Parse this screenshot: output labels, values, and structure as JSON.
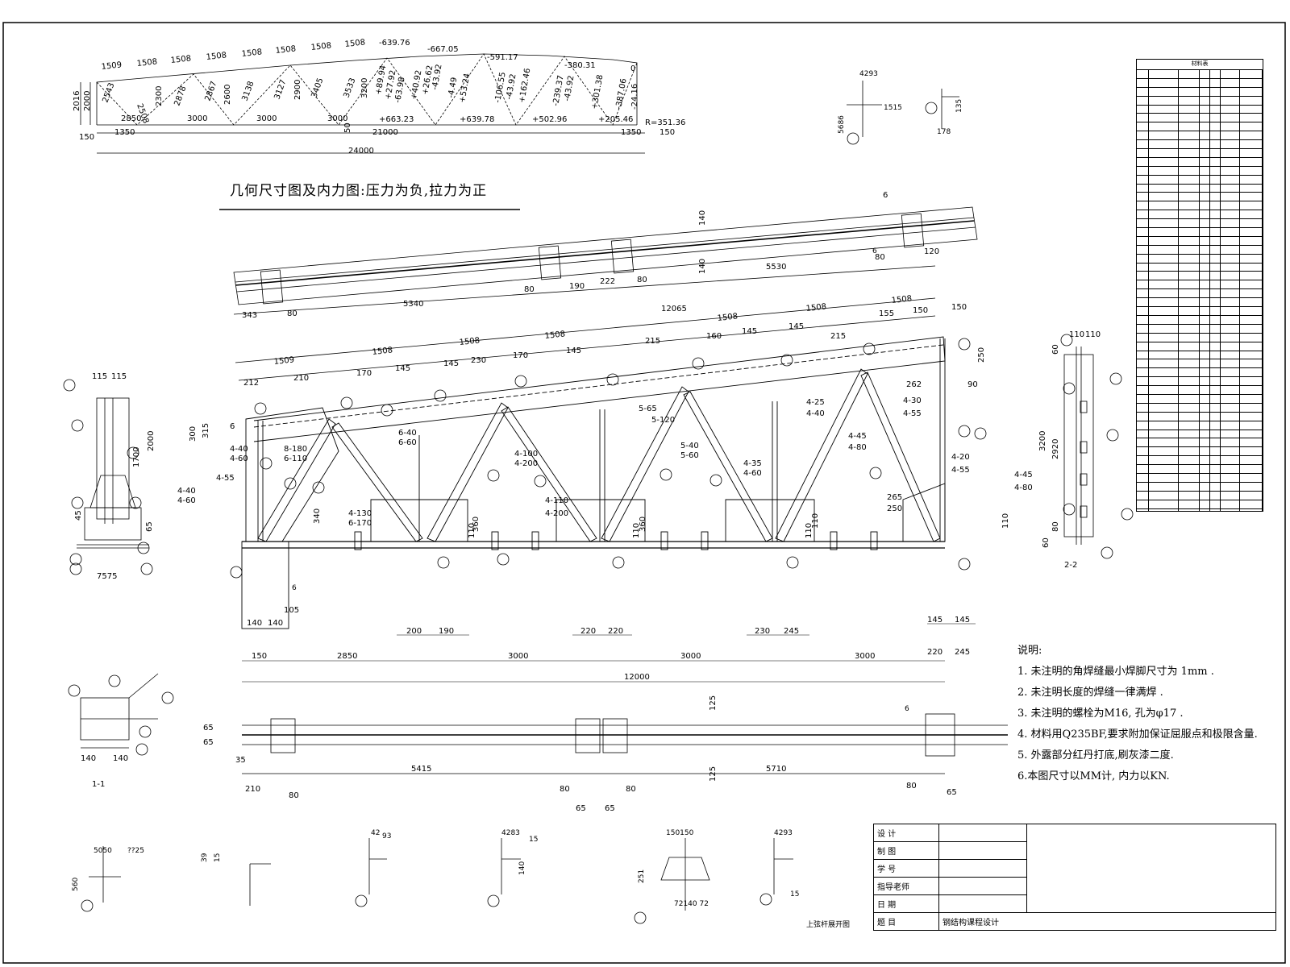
{
  "sheet": {
    "heading": "几何尺寸图及内力图:压力为负,拉力为正"
  },
  "geometry_diagram": {
    "top_chord_lengths": [
      "1509",
      "1508",
      "1508",
      "1508",
      "1508",
      "1508",
      "1508",
      "1508"
    ],
    "top_forces": [
      "-639.76",
      "-667.05",
      "-591.17",
      "-380.31",
      "0"
    ],
    "web_lengths": [
      "2543",
      "2508",
      "2300",
      "2878",
      "2867",
      "2600",
      "3138",
      "3127",
      "2900",
      "3405",
      "3533",
      "3200"
    ],
    "web_forces": [
      "+89.94",
      "+27.92",
      "-63.98",
      "+40.92",
      "+26.62",
      "-43.92",
      "-4.49",
      "+53.24",
      "-106.55",
      "-43.92",
      "+162.46",
      "-239.37",
      "-43.92",
      "+301.38",
      "-387.06",
      "-24.16"
    ],
    "bottom_forces": [
      "+663.23",
      "+639.78",
      "+502.96",
      "+205.46"
    ],
    "left_heights": [
      "2016",
      "2000"
    ],
    "bottom_dims": [
      "2850",
      "3000",
      "3000",
      "3000"
    ],
    "overall_dims": [
      "150",
      "1350",
      "50",
      "21000",
      "1350",
      "150"
    ],
    "reaction": "R=351.36",
    "total_span": "24000"
  },
  "truss_elevation": {
    "top_dims": [
      "343",
      "80",
      "5340",
      "80",
      "190",
      "222",
      "80",
      "12065",
      "5530",
      "80",
      "120",
      "140",
      "140"
    ],
    "panel_dims": [
      "212",
      "210",
      "170",
      "145",
      "145",
      "230",
      "170",
      "145",
      "215",
      "160",
      "145",
      "145",
      "215",
      "155",
      "150",
      "150"
    ],
    "panel_top": [
      "1509",
      "1508",
      "1508",
      "1508",
      "1508",
      "1508",
      "1508"
    ],
    "weld_labels": [
      "6",
      "6",
      "4-40",
      "4-60",
      "4-55",
      "8-180",
      "6-110",
      "4-130",
      "6-170",
      "4-60",
      "4-40",
      "6-40",
      "6-60",
      "4-100",
      "4-200",
      "4-110",
      "4-200",
      "5-65",
      "5-120",
      "5-40",
      "5-60",
      "4-35",
      "4-60",
      "4-25",
      "4-40",
      "4-45",
      "4-80",
      "4-30",
      "4-55",
      "4-20",
      "4-55",
      "4-45",
      "4-80",
      "265",
      "250",
      "250",
      "262",
      "90",
      "300",
      "315",
      "340",
      "360",
      "360",
      "110",
      "110",
      "110",
      "110",
      "110"
    ],
    "bottom_dims": [
      "150",
      "2850",
      "3000",
      "3000",
      "3000",
      "220",
      "245"
    ],
    "splice_dims": [
      "200",
      "190",
      "220",
      "220",
      "230",
      "245",
      "145",
      "145"
    ],
    "base_dims": [
      "140",
      "140",
      "105"
    ],
    "overall": "12000"
  },
  "plan_bottom": {
    "dims": [
      "65",
      "65",
      "35",
      "5415",
      "125",
      "125",
      "5710",
      "210",
      "80",
      "80",
      "80",
      "80",
      "65",
      "65",
      "65"
    ]
  },
  "details": {
    "section_1_1": "1-1",
    "section_2_2": "2-2",
    "sec22_dims": [
      "110",
      "110",
      "60",
      "3200",
      "2920",
      "80",
      "60"
    ],
    "left_dims": [
      "115",
      "115",
      "2000",
      "1700",
      "65",
      "7575",
      "45"
    ],
    "small_labels": [
      "5050",
      "??25",
      "560",
      "39",
      "15",
      "4293",
      "5686",
      "1515",
      "178",
      "135",
      "150150",
      "251",
      "72140 72",
      "42",
      "93",
      "4283",
      "15",
      "140",
      "4293",
      "15",
      "6",
      "6",
      "6"
    ],
    "caption": "上弦杆展开图"
  },
  "notes": {
    "title": "说明:",
    "items": [
      "1. 未注明的角焊缝最小焊脚尺寸为 1mm .",
      "2. 未注明长度的焊缝一律满焊 .",
      "3. 未注明的螺栓为M16, 孔为φ17 .",
      "4. 材料用Q235BF,要求附加保证屈服点和极限含量.",
      "5. 外露部分红丹打底,刷灰漆二度.",
      "6.本图尺寸以MM计, 内力以KN."
    ]
  },
  "title_block": {
    "rows": [
      "设 计",
      "制 图",
      "学 号",
      "指导老师",
      "日 期",
      "题 目"
    ],
    "project": "钢结构课程设计"
  },
  "material_table": {
    "title": "材料表"
  }
}
